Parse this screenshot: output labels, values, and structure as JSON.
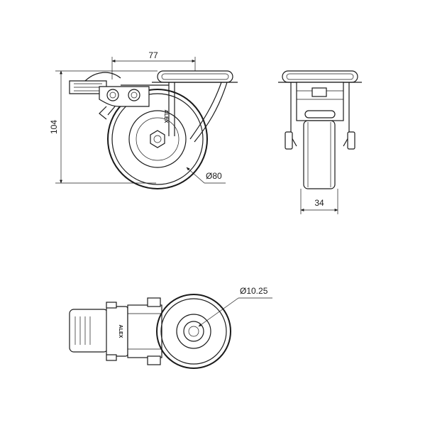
{
  "dimensions": {
    "width_top": "77",
    "height": "104",
    "wheel_diameter": "Ø80",
    "wheel_width": "34",
    "bolt_hole": "Ø10.25"
  },
  "brand": {
    "logo_side": "ALEX",
    "logo_top": "ALEX"
  },
  "colors": {
    "line": "#1a1a1a",
    "background": "#ffffff"
  }
}
